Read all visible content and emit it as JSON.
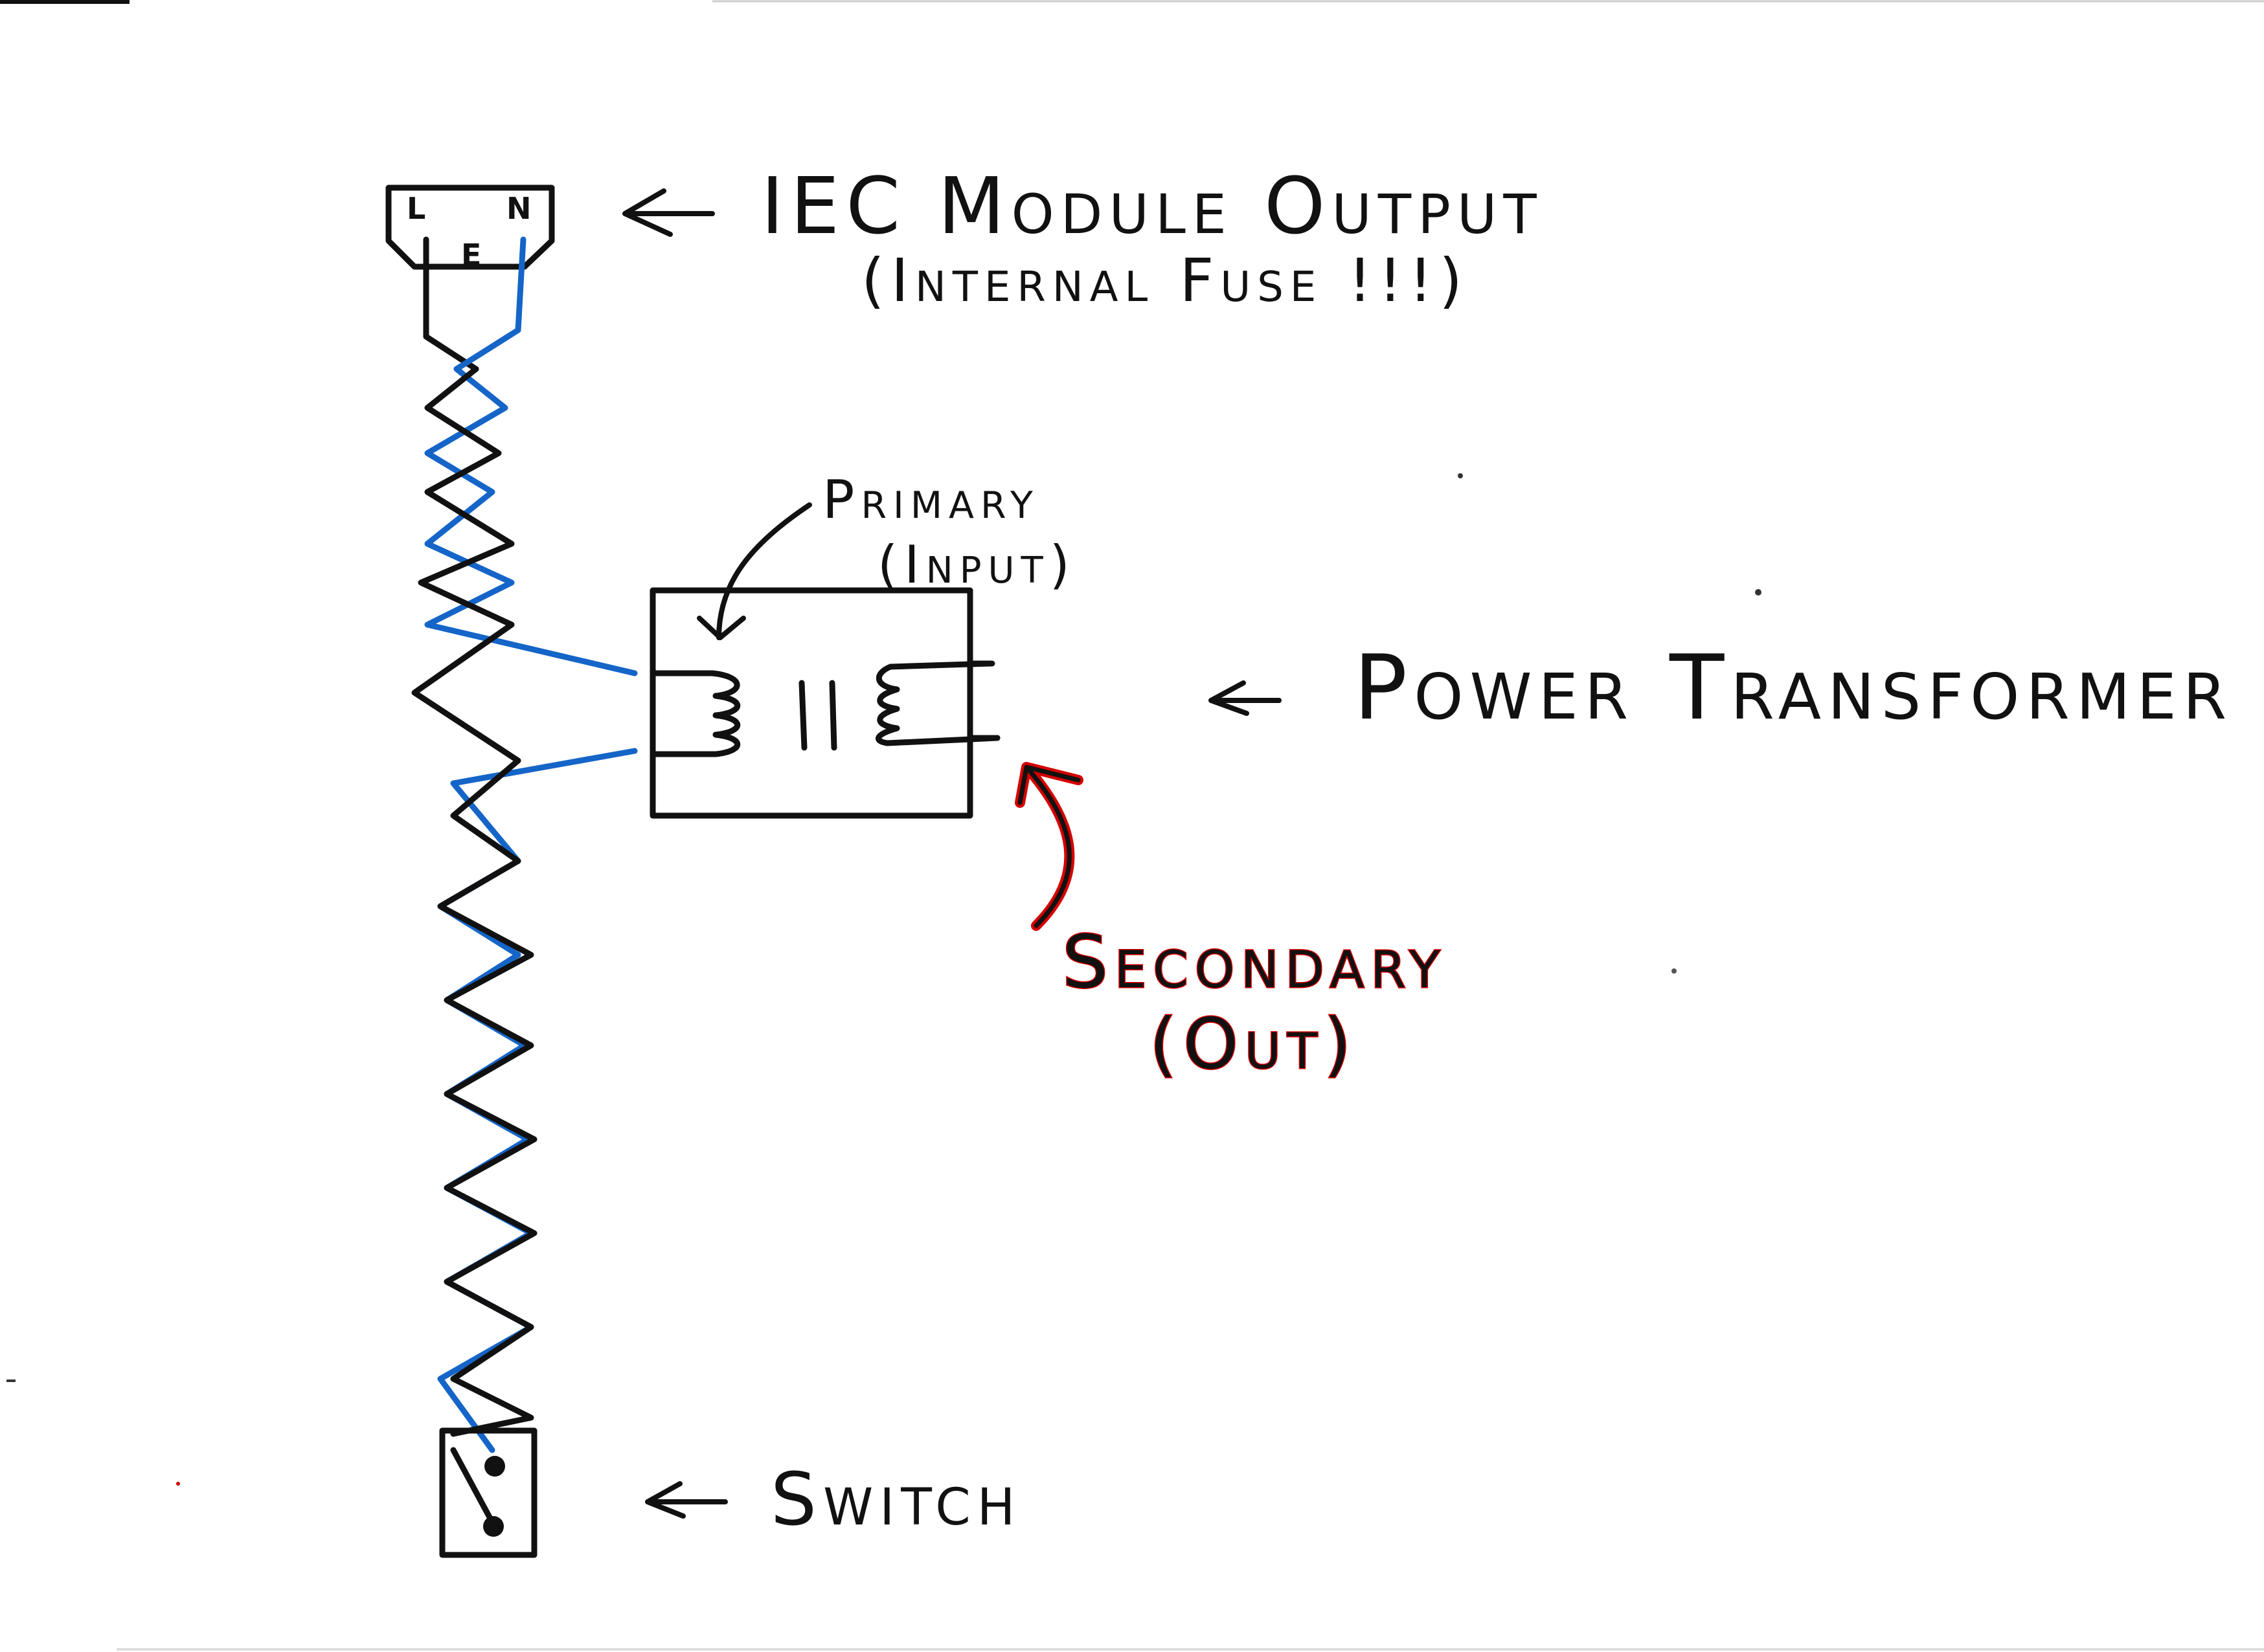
{
  "colors": {
    "ink": "#111111",
    "blue_wire": "#1565c8",
    "red_wire": "#d40000",
    "paper": "#ffffff"
  },
  "connector": {
    "pins": {
      "line": "L",
      "earth": "E",
      "neutral": "N"
    }
  },
  "labels": {
    "iec_line1": "IEC Module Output",
    "iec_line2": "(Internal Fuse !!!)",
    "primary_line1": "Primary",
    "primary_line2": "(Input)",
    "transformer": "Power Transformer",
    "secondary_line1": "Secondary",
    "secondary_line2": "(Out)",
    "switch": "Switch"
  }
}
